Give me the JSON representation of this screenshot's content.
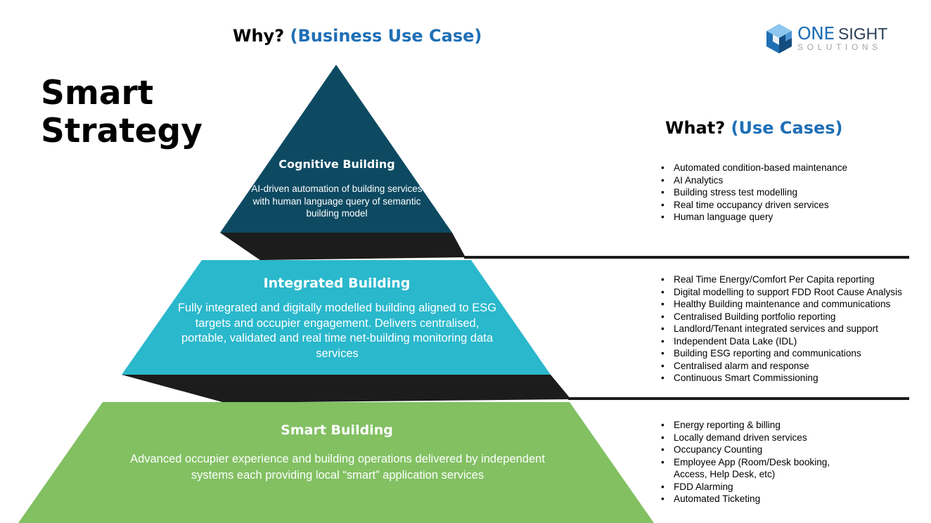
{
  "why_heading": {
    "text": "Why?",
    "accent": "(Business Use Case)"
  },
  "what_heading": {
    "text": "What?",
    "accent": "(Use Cases)"
  },
  "main_title": {
    "line1": "Smart",
    "line2": "Strategy"
  },
  "logo": {
    "one": "ONE",
    "sight": "SIGHT",
    "solutions": "SOLUTIONS",
    "icon": "cube-icon"
  },
  "colors": {
    "cognitive": "#0d4a62",
    "integrated": "#2ab8cc",
    "smart": "#82c062",
    "shadow": "#1c1c1c",
    "accent": "#1f6fb5"
  },
  "tiers": {
    "cognitive": {
      "title": "Cognitive Building",
      "description": "AI-driven automation of building services with human language query of semantic building model"
    },
    "integrated": {
      "title": "Integrated Building",
      "description": "Fully integrated and digitally modelled building aligned to ESG targets and occupier engagement.  Delivers centralised, portable, validated and real time net-building monitoring data services"
    },
    "smart": {
      "title": "Smart Building",
      "description": "Advanced occupier experience and building operations delivered by independent systems each providing local “smart” application services"
    }
  },
  "use_cases": {
    "cognitive": [
      "Automated condition-based maintenance",
      "AI Analytics",
      "Building stress test modelling",
      "Real time occupancy driven services",
      "Human language query"
    ],
    "integrated": [
      "Real Time Energy/Comfort Per Capita reporting",
      "Digital modelling to support FDD Root Cause Analysis",
      "Healthy Building maintenance and communications",
      "Centralised Building portfolio reporting",
      "Landlord/Tenant integrated services and support",
      "Independent Data Lake (IDL)",
      "Building ESG reporting and communications",
      "Centralised alarm and response",
      "Continuous Smart Commissioning"
    ],
    "smart": [
      "Energy reporting & billing",
      "Locally demand driven services",
      "Occupancy Counting",
      "Employee App (Room/Desk booking,\nAccess, Help Desk, etc)",
      "FDD Alarming",
      "Automated Ticketing"
    ]
  }
}
